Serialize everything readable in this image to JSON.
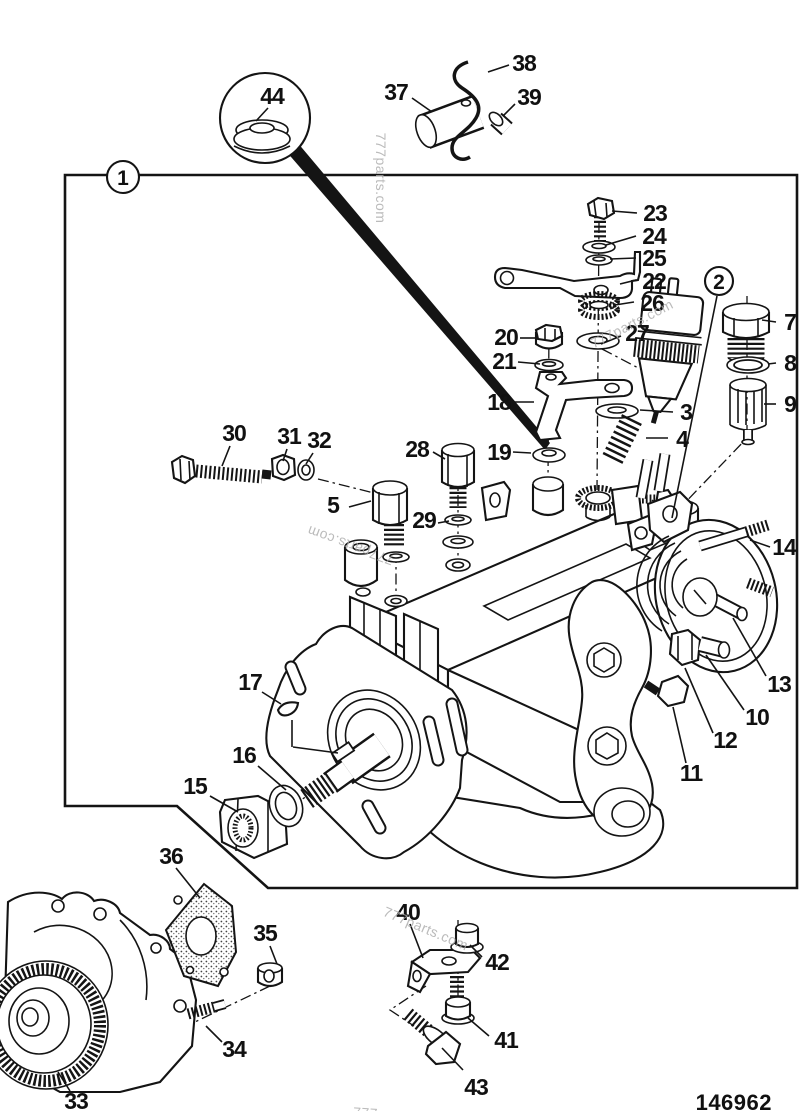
{
  "page": {
    "drawing_number": "146962",
    "watermark": "777parts.com",
    "description": "Exploded parts diagram of a fuel injection pump assembly with numbered callouts"
  },
  "callouts": {
    "c1": "1",
    "c2": "2",
    "c3": "3",
    "c4": "4",
    "c5": "5",
    "c7": "7",
    "c8": "8",
    "c9": "9",
    "c10": "10",
    "c11": "11",
    "c12": "12",
    "c13": "13",
    "c14": "14",
    "c15": "15",
    "c16": "16",
    "c17": "17",
    "c18": "18",
    "c19": "19",
    "c20": "20",
    "c21": "21",
    "c22": "22",
    "c23": "23",
    "c24": "24",
    "c25": "25",
    "c26": "26",
    "c27": "27",
    "c28": "28",
    "c29": "29",
    "c30": "30",
    "c31": "31",
    "c32": "32",
    "c33": "33",
    "c34": "34",
    "c35": "35",
    "c36": "36",
    "c37": "37",
    "c38": "38",
    "c39": "39",
    "c40": "40",
    "c41": "41",
    "c42": "42",
    "c43": "43",
    "c44": "44"
  }
}
